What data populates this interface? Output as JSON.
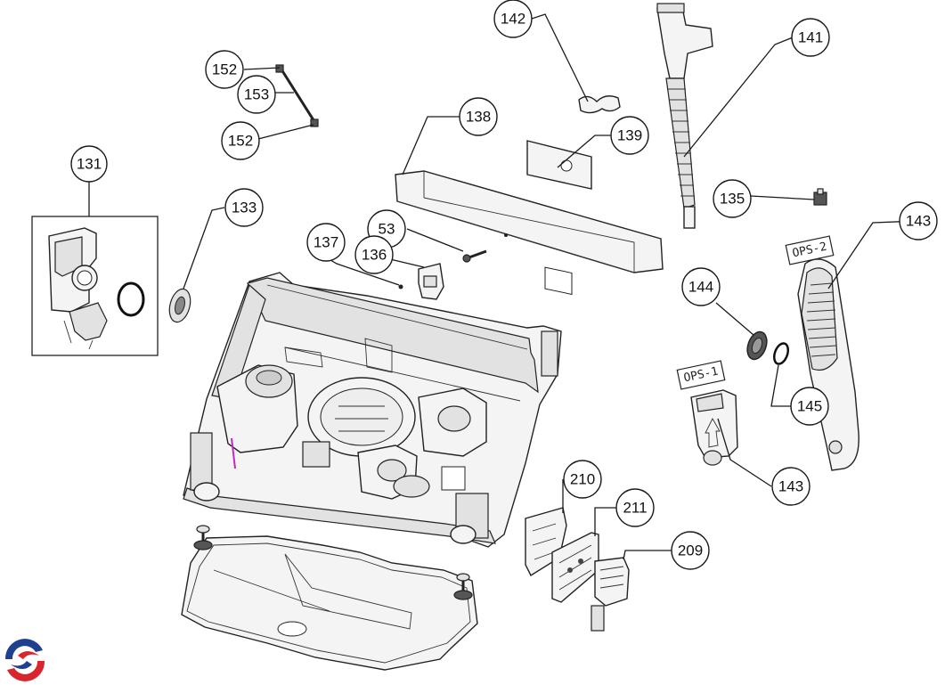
{
  "callouts": {
    "c131": "131",
    "c133": "133",
    "c135": "135",
    "c136": "136",
    "c137": "137",
    "c138": "138",
    "c139": "139",
    "c141": "141",
    "c142": "142",
    "c143a": "143",
    "c143b": "143",
    "c144": "144",
    "c145": "145",
    "c152a": "152",
    "c152b": "152",
    "c153": "153",
    "c53": "53",
    "c209": "209",
    "c210": "210",
    "c211": "211"
  },
  "part_labels": {
    "ops1": "OPS-1",
    "ops2": "OPS-2"
  },
  "colors": {
    "line": "#1a1a1a",
    "logo_red": "#d8262c",
    "logo_blue": "#1f3f8f",
    "accent_magenta": "#c02cc0"
  }
}
